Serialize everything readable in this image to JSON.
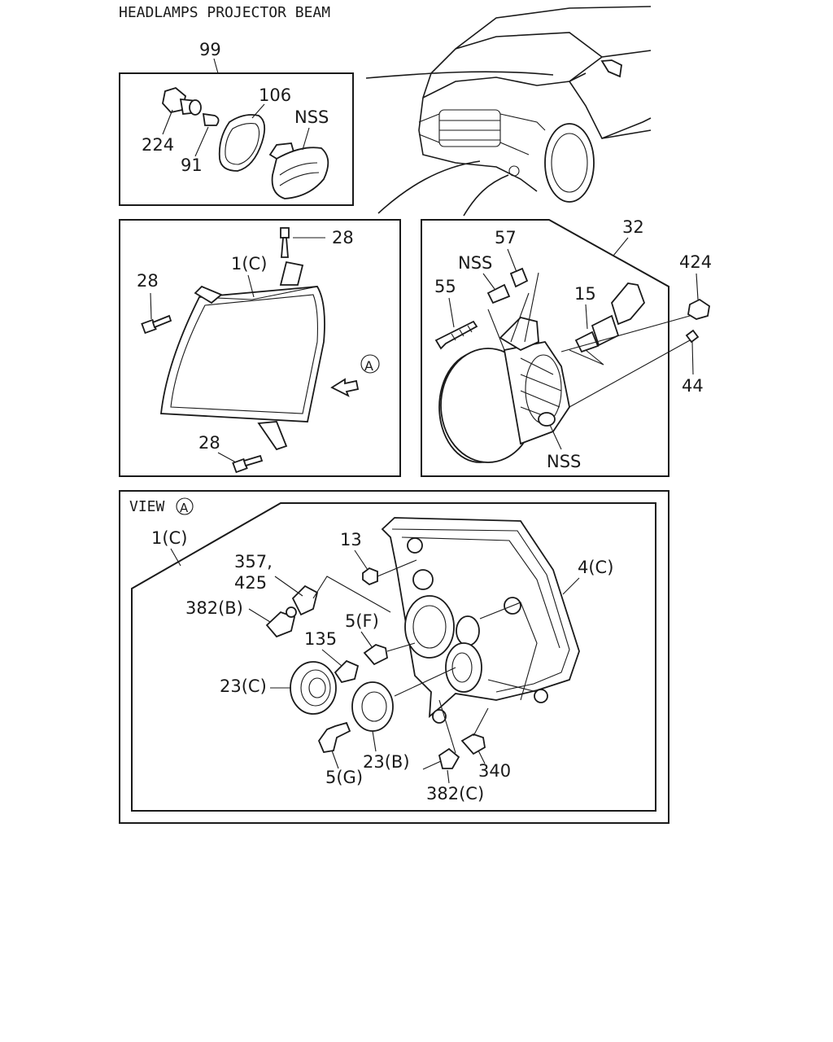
{
  "title": "HEADLAMPS PROJECTOR BEAM",
  "panels": {
    "side_marker": {
      "ref": "99"
    },
    "fog_lamp": {
      "ref": "32"
    },
    "view_a": {
      "caption": "VIEW",
      "marker": "A"
    }
  },
  "direction_marker": "A",
  "labels": {
    "l99": "99",
    "l224": "224",
    "l91": "91",
    "l106": "106",
    "lNSS1": "NSS",
    "l28a": "28",
    "l28b": "28",
    "l28c": "28",
    "l1c": "1(C)",
    "l57": "57",
    "lNSS2": "NSS",
    "l55": "55",
    "l15": "15",
    "l424": "424",
    "l44": "44",
    "lNSS3": "NSS",
    "l1c2": "1(C)",
    "l13": "13",
    "l357": "357,",
    "l425": "425",
    "l382b": "382(B)",
    "l135": "135",
    "l5f": "5(F)",
    "l4c": "4(C)",
    "l23c": "23(C)",
    "l23b": "23(B)",
    "l5g": "5(G)",
    "l340": "340",
    "l382c": "382(C)"
  }
}
